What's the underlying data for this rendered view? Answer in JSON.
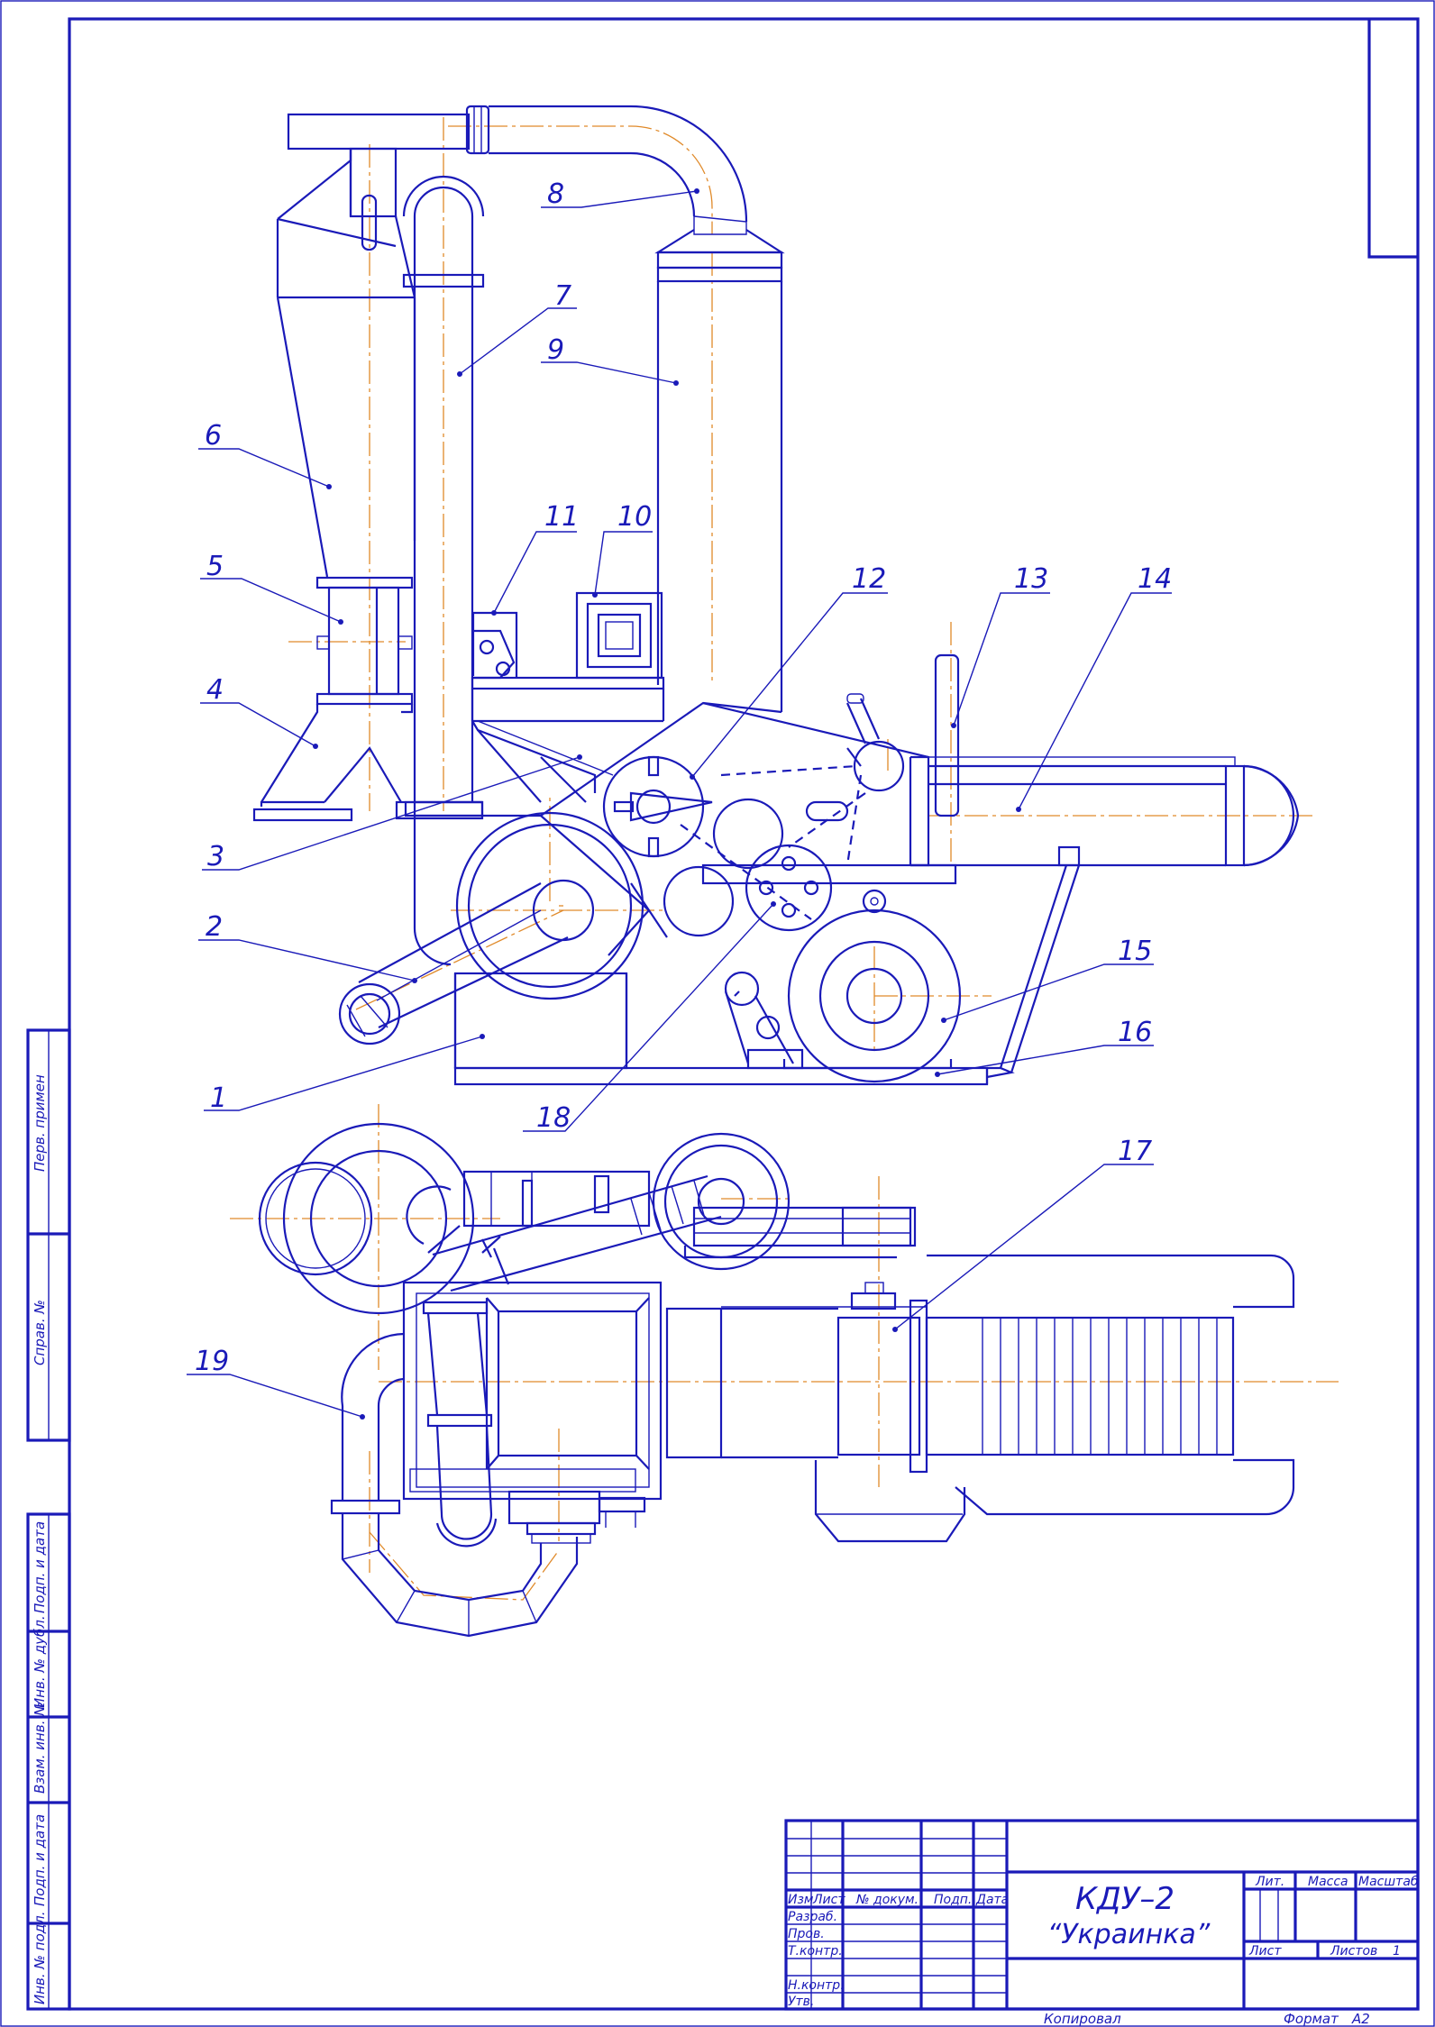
{
  "drawing": {
    "title": "КДУ–2",
    "subtitle": "“Украинка”"
  },
  "callouts": [
    {
      "id": "1",
      "label": "1"
    },
    {
      "id": "2",
      "label": "2"
    },
    {
      "id": "3",
      "label": "3"
    },
    {
      "id": "4",
      "label": "4"
    },
    {
      "id": "5",
      "label": "5"
    },
    {
      "id": "6",
      "label": "6"
    },
    {
      "id": "7",
      "label": "7"
    },
    {
      "id": "8",
      "label": "8"
    },
    {
      "id": "9",
      "label": "9"
    },
    {
      "id": "10",
      "label": "10"
    },
    {
      "id": "11",
      "label": "11"
    },
    {
      "id": "12",
      "label": "12"
    },
    {
      "id": "13",
      "label": "13"
    },
    {
      "id": "14",
      "label": "14"
    },
    {
      "id": "15",
      "label": "15"
    },
    {
      "id": "16",
      "label": "16"
    },
    {
      "id": "17",
      "label": "17"
    },
    {
      "id": "18",
      "label": "18"
    },
    {
      "id": "19",
      "label": "19"
    }
  ],
  "side_stamp": {
    "perv_primen": "Перв. примен",
    "sprav_no": "Справ. №",
    "podp_data_1": "Подп. и дата",
    "inv_dubl": "Инв. № дубл.",
    "vzam_inv": "Взам. инв. №",
    "podp_data_2": "Подп. и дата",
    "inv_podl": "Инв. № подл."
  },
  "title_block": {
    "col_izm": "Изм",
    "col_list": "Лист",
    "col_doc": "№ докум.",
    "col_podp": "Подп.",
    "col_data": "Дата",
    "row_razrab": "Разраб.",
    "row_prov": "Пров.",
    "row_tkontr": "Т.контр.",
    "row_nkontr": "Н.контр.",
    "row_utv": "Утв.",
    "lit": "Лит.",
    "massa": "Масса",
    "masshtab": "Масштаб",
    "sheet": "Лист",
    "sheets": "Листов",
    "sheets_count": "1"
  },
  "footer": {
    "kopiroval": "Копировал",
    "format_label": "Формат",
    "format_value": "А2"
  }
}
